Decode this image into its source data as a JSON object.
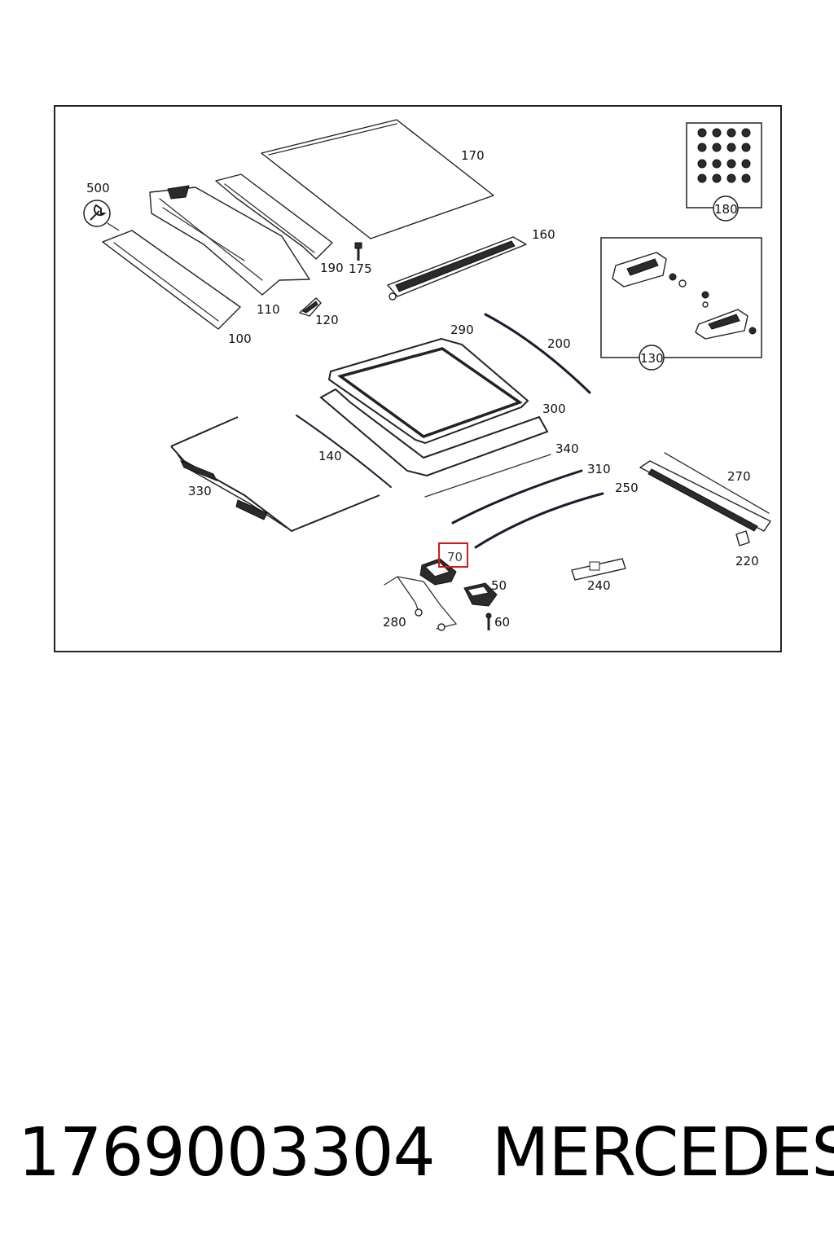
{
  "part_number": "1769003304",
  "brand": "MERCEDES",
  "labels": {
    "l500": "500",
    "l170": "170",
    "l180": "180",
    "l160": "160",
    "l175": "175",
    "l190": "190",
    "l110": "110",
    "l120": "120",
    "l100": "100",
    "l290": "290",
    "l200": "200",
    "l130": "130",
    "l300": "300",
    "l340": "340",
    "l140": "140",
    "l310": "310",
    "l270": "270",
    "l250": "250",
    "l330": "330",
    "l220": "220",
    "l70": "70",
    "l50": "50",
    "l240": "240",
    "l280": "280",
    "l60": "60"
  },
  "highlighted_label": "70",
  "colors": {
    "highlight": "#d11a1a",
    "line": "#222222"
  }
}
